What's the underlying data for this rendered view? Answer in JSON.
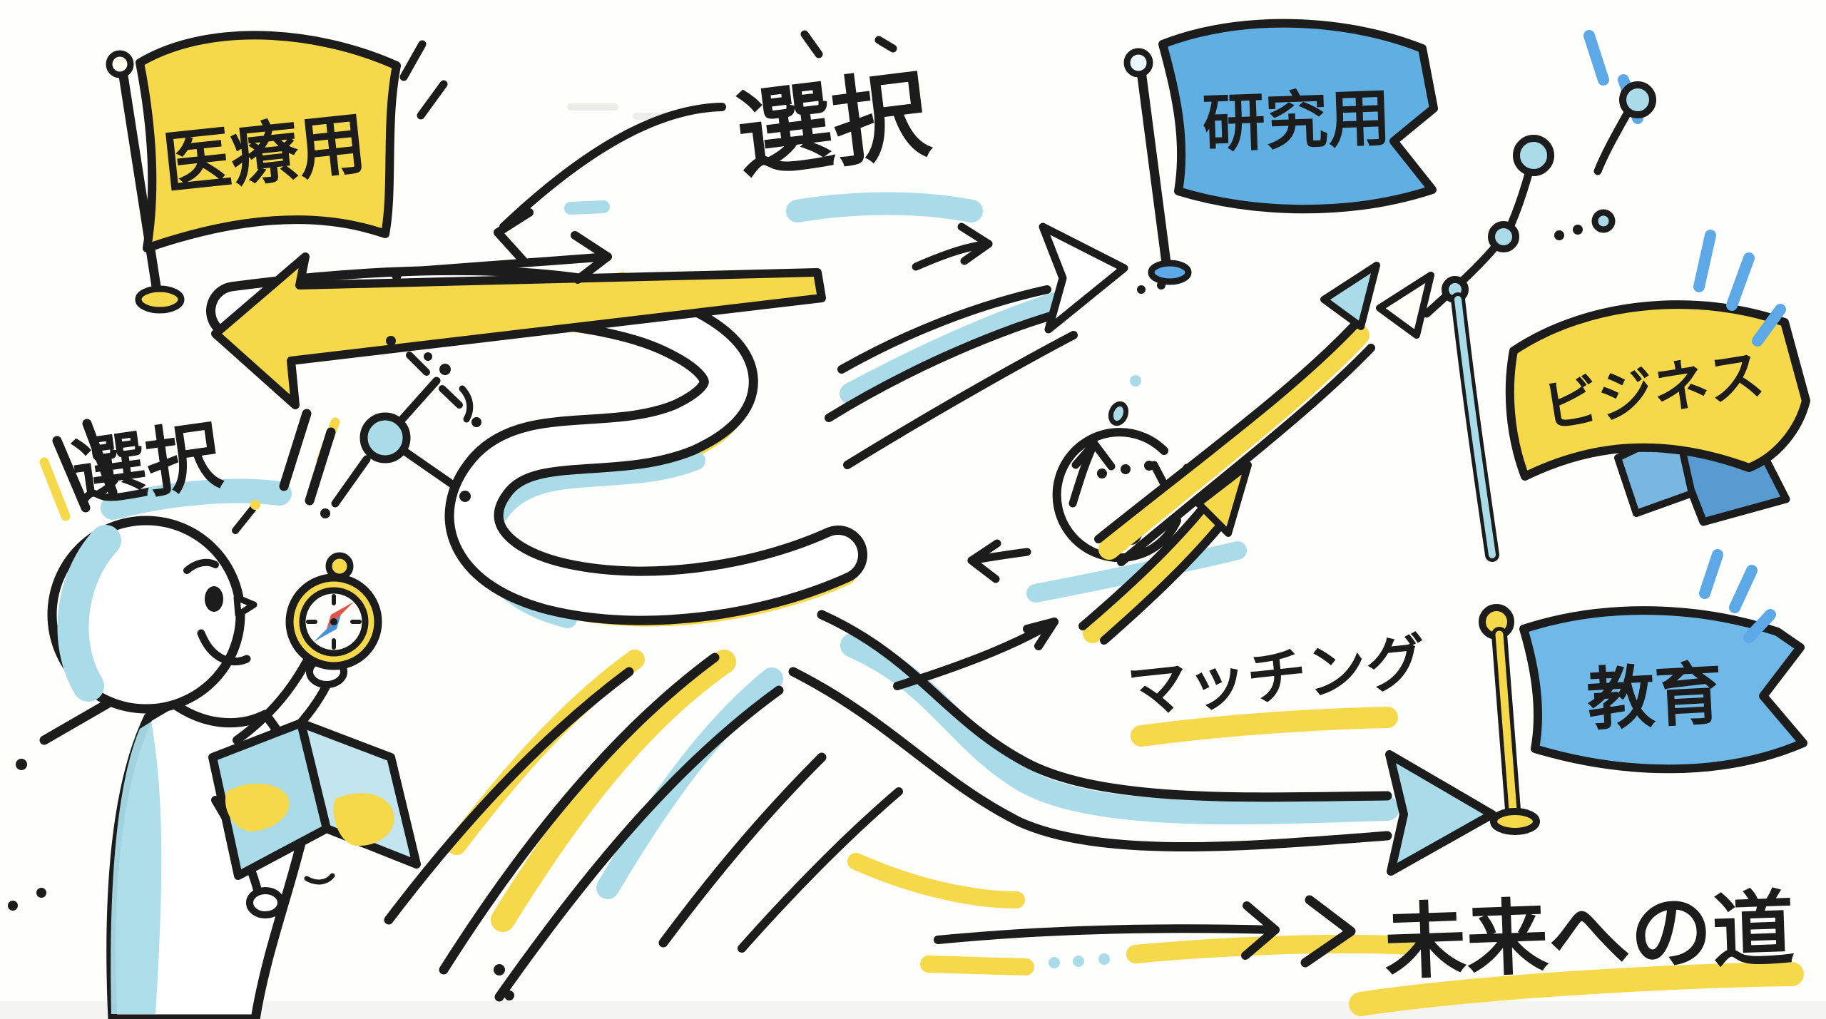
{
  "flags": {
    "medical": {
      "label": "医療用",
      "flag_color": "#f6d84b"
    },
    "research": {
      "label": "研究用",
      "flag_color": "#5fafe2"
    },
    "business": {
      "label": "ビジネス",
      "flag_color": "#f6d84b",
      "ribbon_color": "#579bd0"
    },
    "education": {
      "label": "教育",
      "flag_color": "#70b8e7",
      "pole_color": "#f6d84b"
    }
  },
  "annotations": {
    "selection_top": {
      "label": "選択",
      "underline_color": "#a9dce8"
    },
    "selection_left": {
      "label": "選択",
      "underline_color": "#a9dce8"
    },
    "matching": {
      "label": "マッチング",
      "underline_color": "#f6d84b"
    },
    "future_path": {
      "label": "未来への道",
      "underline_color": "#f6d84b"
    }
  },
  "palette": {
    "ink": "#1c1c1c",
    "highlight_yellow": "#f6d84b",
    "flag_blue": "#5fafe2",
    "education_blue": "#70b8e7",
    "highlight_light_blue": "#a9dce8",
    "sparkle_blue": "#5da9e8",
    "compass_needle_red": "#e05548",
    "compass_needle_blue": "#4a90d9",
    "background": "#fefefc"
  }
}
